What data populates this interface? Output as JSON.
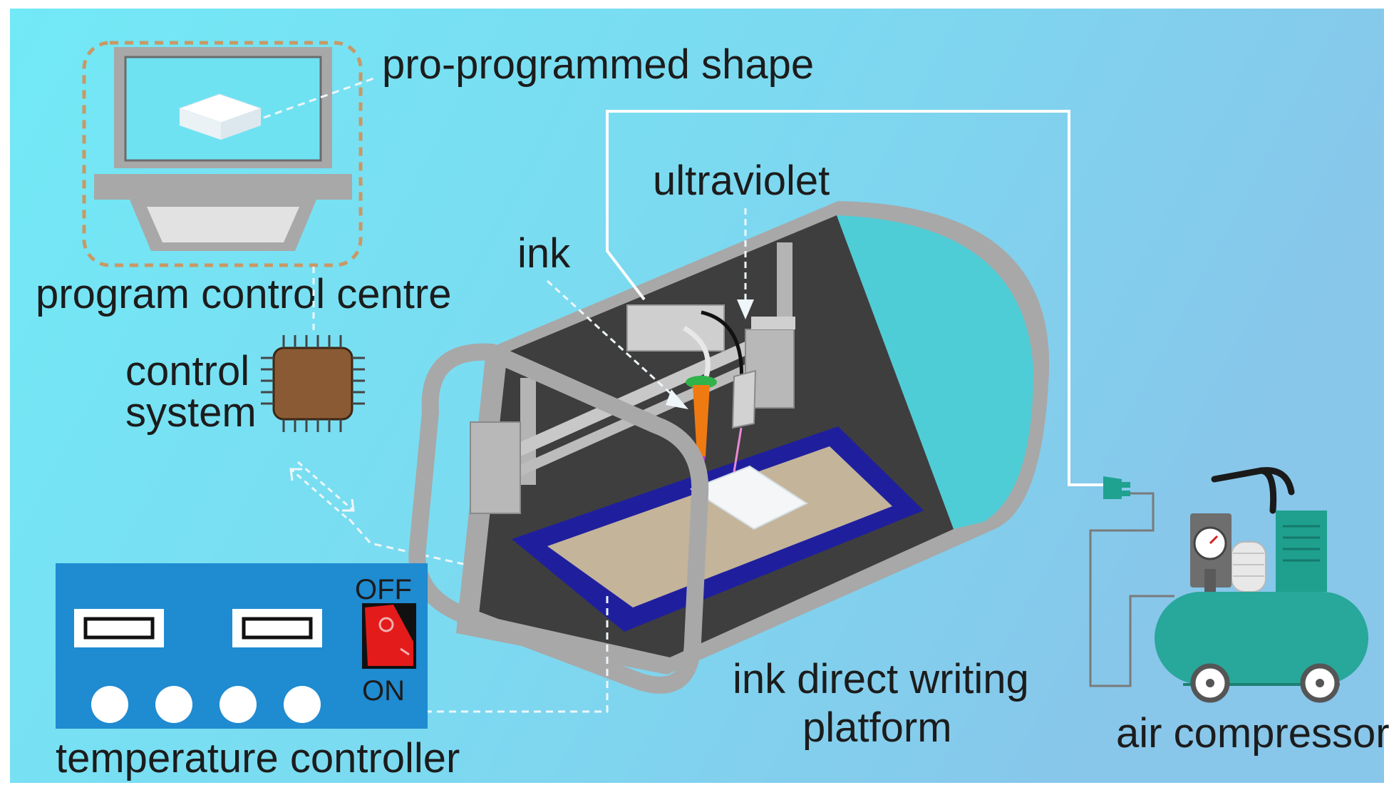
{
  "colors": {
    "background_left": "#73e8f4",
    "background_right": "#86c9ec",
    "tunnel_frame": "#a8a8a8",
    "tunnel_inside": "#3e3e3e",
    "tunnel_cap": "#4fcdd6",
    "platform_frame": "#1f1f9e",
    "platform_bed": "#c4b49a",
    "controller_panel": "#1f8bd1",
    "switch_red": "#e31b1b",
    "chip": "#8a5a34",
    "syringe": "#f07a12",
    "compressor": "#2aa79b",
    "dashed_line": "#eef6fa"
  },
  "icons": {
    "computer": "monitor-icon",
    "chip": "microchip-icon",
    "printer": "printer-tunnel-icon",
    "compressor": "air-compressor-icon",
    "controller": "temperature-controller-icon"
  },
  "labels": {
    "pro_programmed_shape": "pro-programmed shape",
    "program_control_centre": "program control centre",
    "control": "control",
    "system": "system",
    "ultraviolet": "ultraviolet",
    "ink": "ink",
    "ink_direct_writing": "ink direct writing",
    "platform": "platform",
    "air_compressor": "air compressor",
    "temperature_controller": "temperature controller",
    "switch_off": "OFF",
    "switch_on": "ON"
  }
}
